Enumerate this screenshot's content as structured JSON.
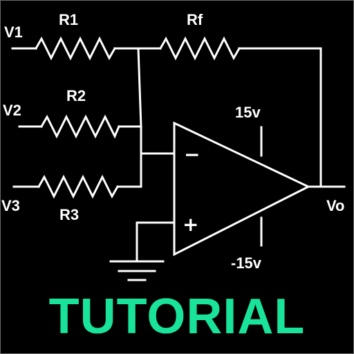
{
  "labels": {
    "v1": "V1",
    "v2": "V2",
    "v3": "V3",
    "r1": "R1",
    "r2": "R2",
    "r3": "R3",
    "rf": "Rf",
    "vpos": "15v",
    "vneg": "-15v",
    "vo": "Vo",
    "minus": "−",
    "plus": "+"
  },
  "banner": {
    "text": "TUTORIAL",
    "color": "#19e39a"
  },
  "colors": {
    "background": "#000000",
    "wire": "#ffffff",
    "frame": "#6a6a6a"
  }
}
